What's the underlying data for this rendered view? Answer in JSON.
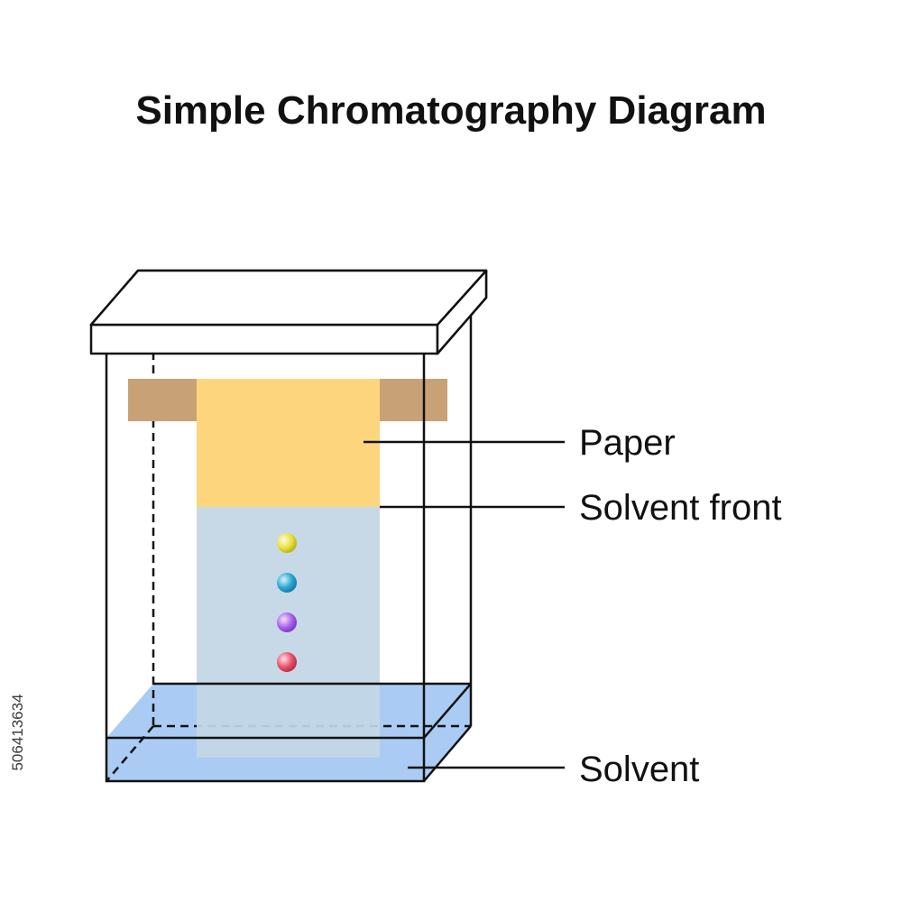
{
  "title": "Simple Chromatography Diagram",
  "labels": {
    "paper": "Paper",
    "solvent_front": "Solvent front",
    "solvent": "Solvent"
  },
  "side_id": "506413634",
  "colors": {
    "paper": "#fcd57d",
    "paper_wet": "#c3d6e4",
    "solvent": "#aaccf4",
    "clip": "#c9a177",
    "spots": [
      "#e8df3a",
      "#29a7d1",
      "#a860ea",
      "#e8506b"
    ]
  }
}
